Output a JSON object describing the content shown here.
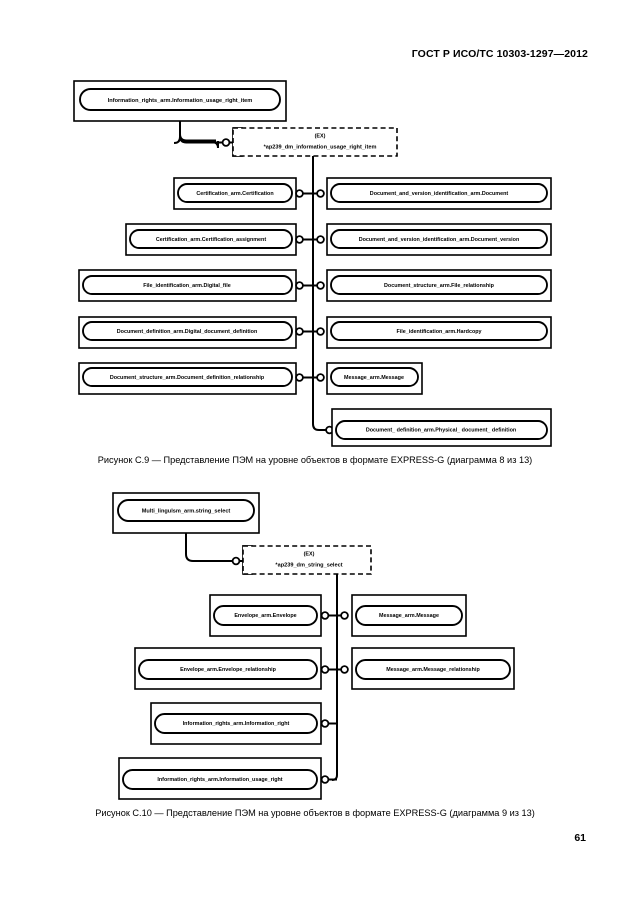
{
  "header": {
    "standard_title": "ГОСТ Р ИСО/ТС 10303-1297—2012"
  },
  "page": {
    "number": "61"
  },
  "figure1": {
    "caption": "Рисунок  С.9 — Представление ПЭМ на уровне объектов в формате EXPRESS-G (диаграмма 8 из 13)",
    "root": {
      "label": "Information_rights_arm.Information_usage_right_item"
    },
    "select": {
      "tag": "(EX)",
      "label": "*ap239_dm_information_usage_right_item"
    },
    "left_items": [
      {
        "label": "Certification_arm.Certification"
      },
      {
        "label": "Certification_arm.Certification_assignment"
      },
      {
        "label": "File_identification_arm.Digital_file"
      },
      {
        "label": "Document_definition_arm.Digital_document_definition"
      },
      {
        "label": "Document_structure_arm.Document_definition_relationship"
      }
    ],
    "right_items": [
      {
        "label": "Document_and_version_identification_arm.Document"
      },
      {
        "label": "Document_and_version_identification_arm.Document_version"
      },
      {
        "label": "Document_structure_arm.File_relationship"
      },
      {
        "label": "File_identification_arm.Hardcopy"
      },
      {
        "label": "Message_arm.Message"
      },
      {
        "label": "Document_ definition_arm.Physical_ document_ definition"
      }
    ]
  },
  "figure2": {
    "caption": "Рисунок  С.10 — Представление ПЭМ на уровне объектов в формате EXPRESS-G (диаграмма 9 из 13)",
    "root": {
      "label": "Multi_lingulsm_arm.string_select"
    },
    "select": {
      "tag": "(EX)",
      "label": "*ap239_dm_string_select"
    },
    "left_items": [
      {
        "label": "Envelope_arm.Envelope"
      },
      {
        "label": "Envelope_arm.Envelope_relationship"
      },
      {
        "label": "Information_rights_arm.Information_right"
      },
      {
        "label": "Information_rights_arm.Information_usage_right"
      }
    ],
    "right_items": [
      {
        "label": "Message_arm.Message"
      },
      {
        "label": "Message_arm.Message_relationship"
      }
    ]
  }
}
